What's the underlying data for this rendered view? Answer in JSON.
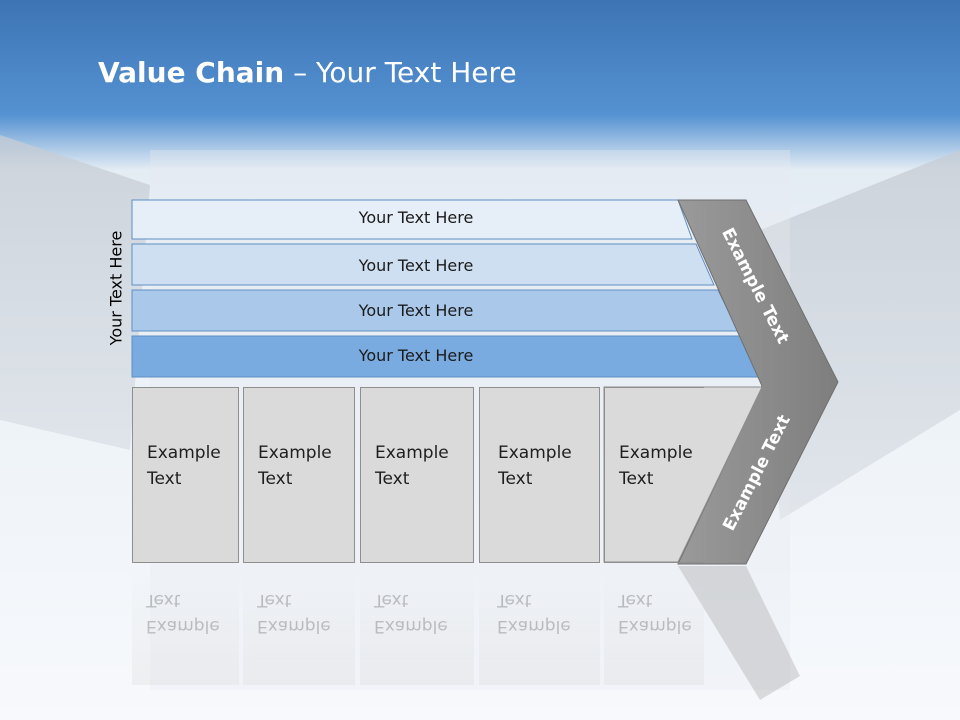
{
  "title": {
    "bold": "Value Chain",
    "rest": " – Your Text Here"
  },
  "side_label": "Your Text Here",
  "bands": [
    "Your Text Here",
    "Your Text Here",
    "Your Text Here",
    "Your Text Here"
  ],
  "boxes": [
    {
      "line1": "Example",
      "line2": "Text"
    },
    {
      "line1": "Example",
      "line2": "Text"
    },
    {
      "line1": "Example",
      "line2": "Text"
    },
    {
      "line1": "Example",
      "line2": "Text"
    },
    {
      "line1": "Example",
      "line2": "Text"
    }
  ],
  "chevron": {
    "top_label": "Example Text",
    "bottom_label": "Example Text"
  },
  "colors": {
    "header": "#4a86c8",
    "chevron": "#8a8a8a",
    "box": "#dadada",
    "band1": "#e6eef8",
    "band4": "#79abe0"
  }
}
